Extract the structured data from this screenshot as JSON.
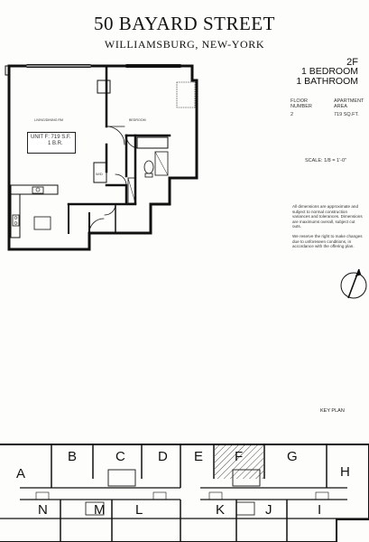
{
  "header": {
    "title": "50 BAYARD STREET",
    "subtitle": "WILLIAMSBURG, NEW-YORK"
  },
  "unit": {
    "code": "2F",
    "bedrooms": "1 BEDROOM",
    "bathrooms": "1 BATHROOM",
    "floor_number_label": "FLOOR NUMBER",
    "floor_number_value": "2",
    "area_label": "APARTMENT AREA",
    "area_value": "719 SQ.FT.",
    "scale": "SCALE: 1/8 = 1'-0\""
  },
  "plan": {
    "unit_tag": "UNIT F: 719 S.F.",
    "br_tag": "1 B.R.",
    "wd_tag": "W/D",
    "living_room_label": "LIVING/DINING RM",
    "bedroom_label": "BEDROOM"
  },
  "notes": [
    "All dimensions are approximate and subject to normal construction variances and tolerances. Dimensions are maximums overall, subject cut outs.",
    "We reserve the right to make changes due to unforeseen conditions, in accordance with the offering plan."
  ],
  "key_plan": {
    "label": "KEY PLAN",
    "top_units": [
      "A",
      "B",
      "C",
      "D",
      "E",
      "F",
      "G",
      "H"
    ],
    "bottom_units": [
      "N",
      "M",
      "L",
      "K",
      "J",
      "I"
    ]
  }
}
